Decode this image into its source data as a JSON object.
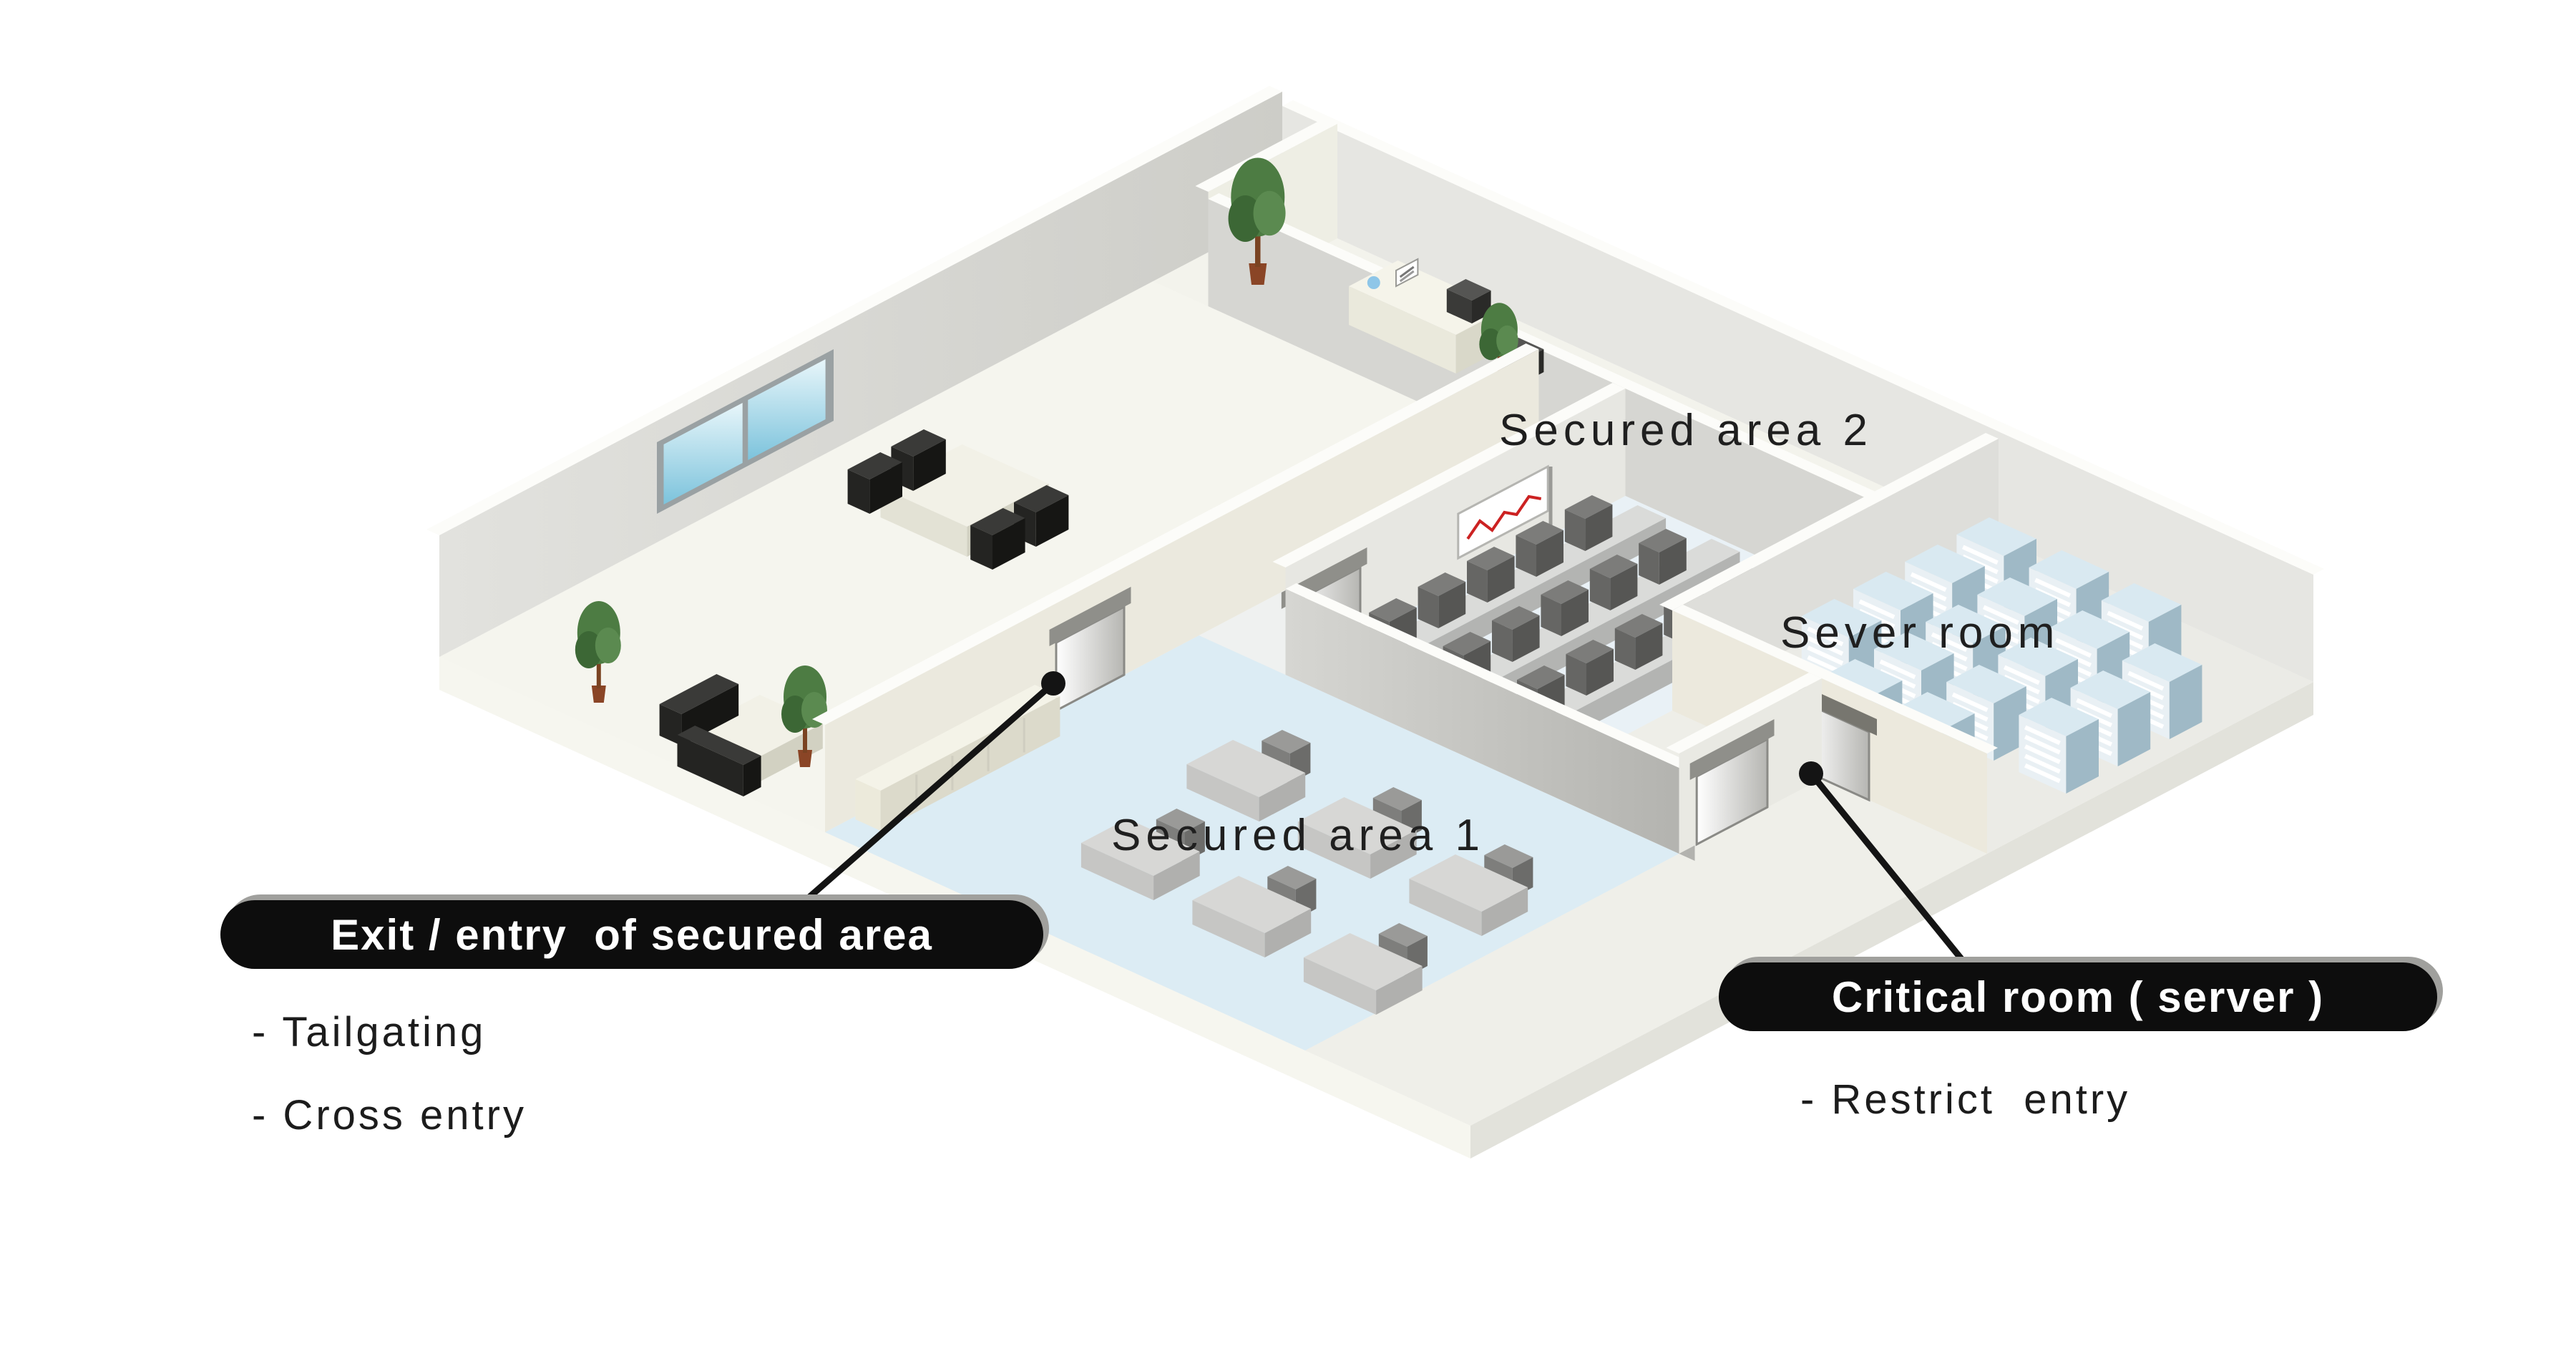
{
  "diagram": {
    "type": "isometric-office-floor-plan",
    "area_labels": {
      "secured_area_2": "Secured area 2",
      "server_room": "Sever room",
      "secured_area_1": "Secured area 1"
    },
    "callouts": {
      "exit_entry": {
        "label": "Exit / entry  of secured area",
        "bullets": [
          "- Tailgating",
          "- Cross entry"
        ]
      },
      "critical_room": {
        "label": "Critical room ( server )",
        "bullets": [
          "- Restrict  entry"
        ]
      }
    },
    "colors": {
      "background": "#ffffff",
      "callout_pill_bg": "#0d0d0d",
      "callout_pill_text": "#ffffff",
      "callout_pill_shadow": "#a0a09d",
      "callout_line": "#141414",
      "label_text": "#1f1f1f",
      "floor_base": "#f0f0ea",
      "floor_reception": "#f3f3ec",
      "floor_left_room": "#f5f5ee",
      "floor_corridor": "#eff1f0",
      "floor_area2": "#e9f1f6",
      "floor_server": "#ebebe6",
      "floor_area1": "#dcecf4",
      "floor_front_right": "#efefe9",
      "rack_top": "#d9e9f1",
      "rack_front": "#e9f0f4",
      "rack_side": "#9fb9c6",
      "window_pane": "#8fc9de"
    }
  }
}
